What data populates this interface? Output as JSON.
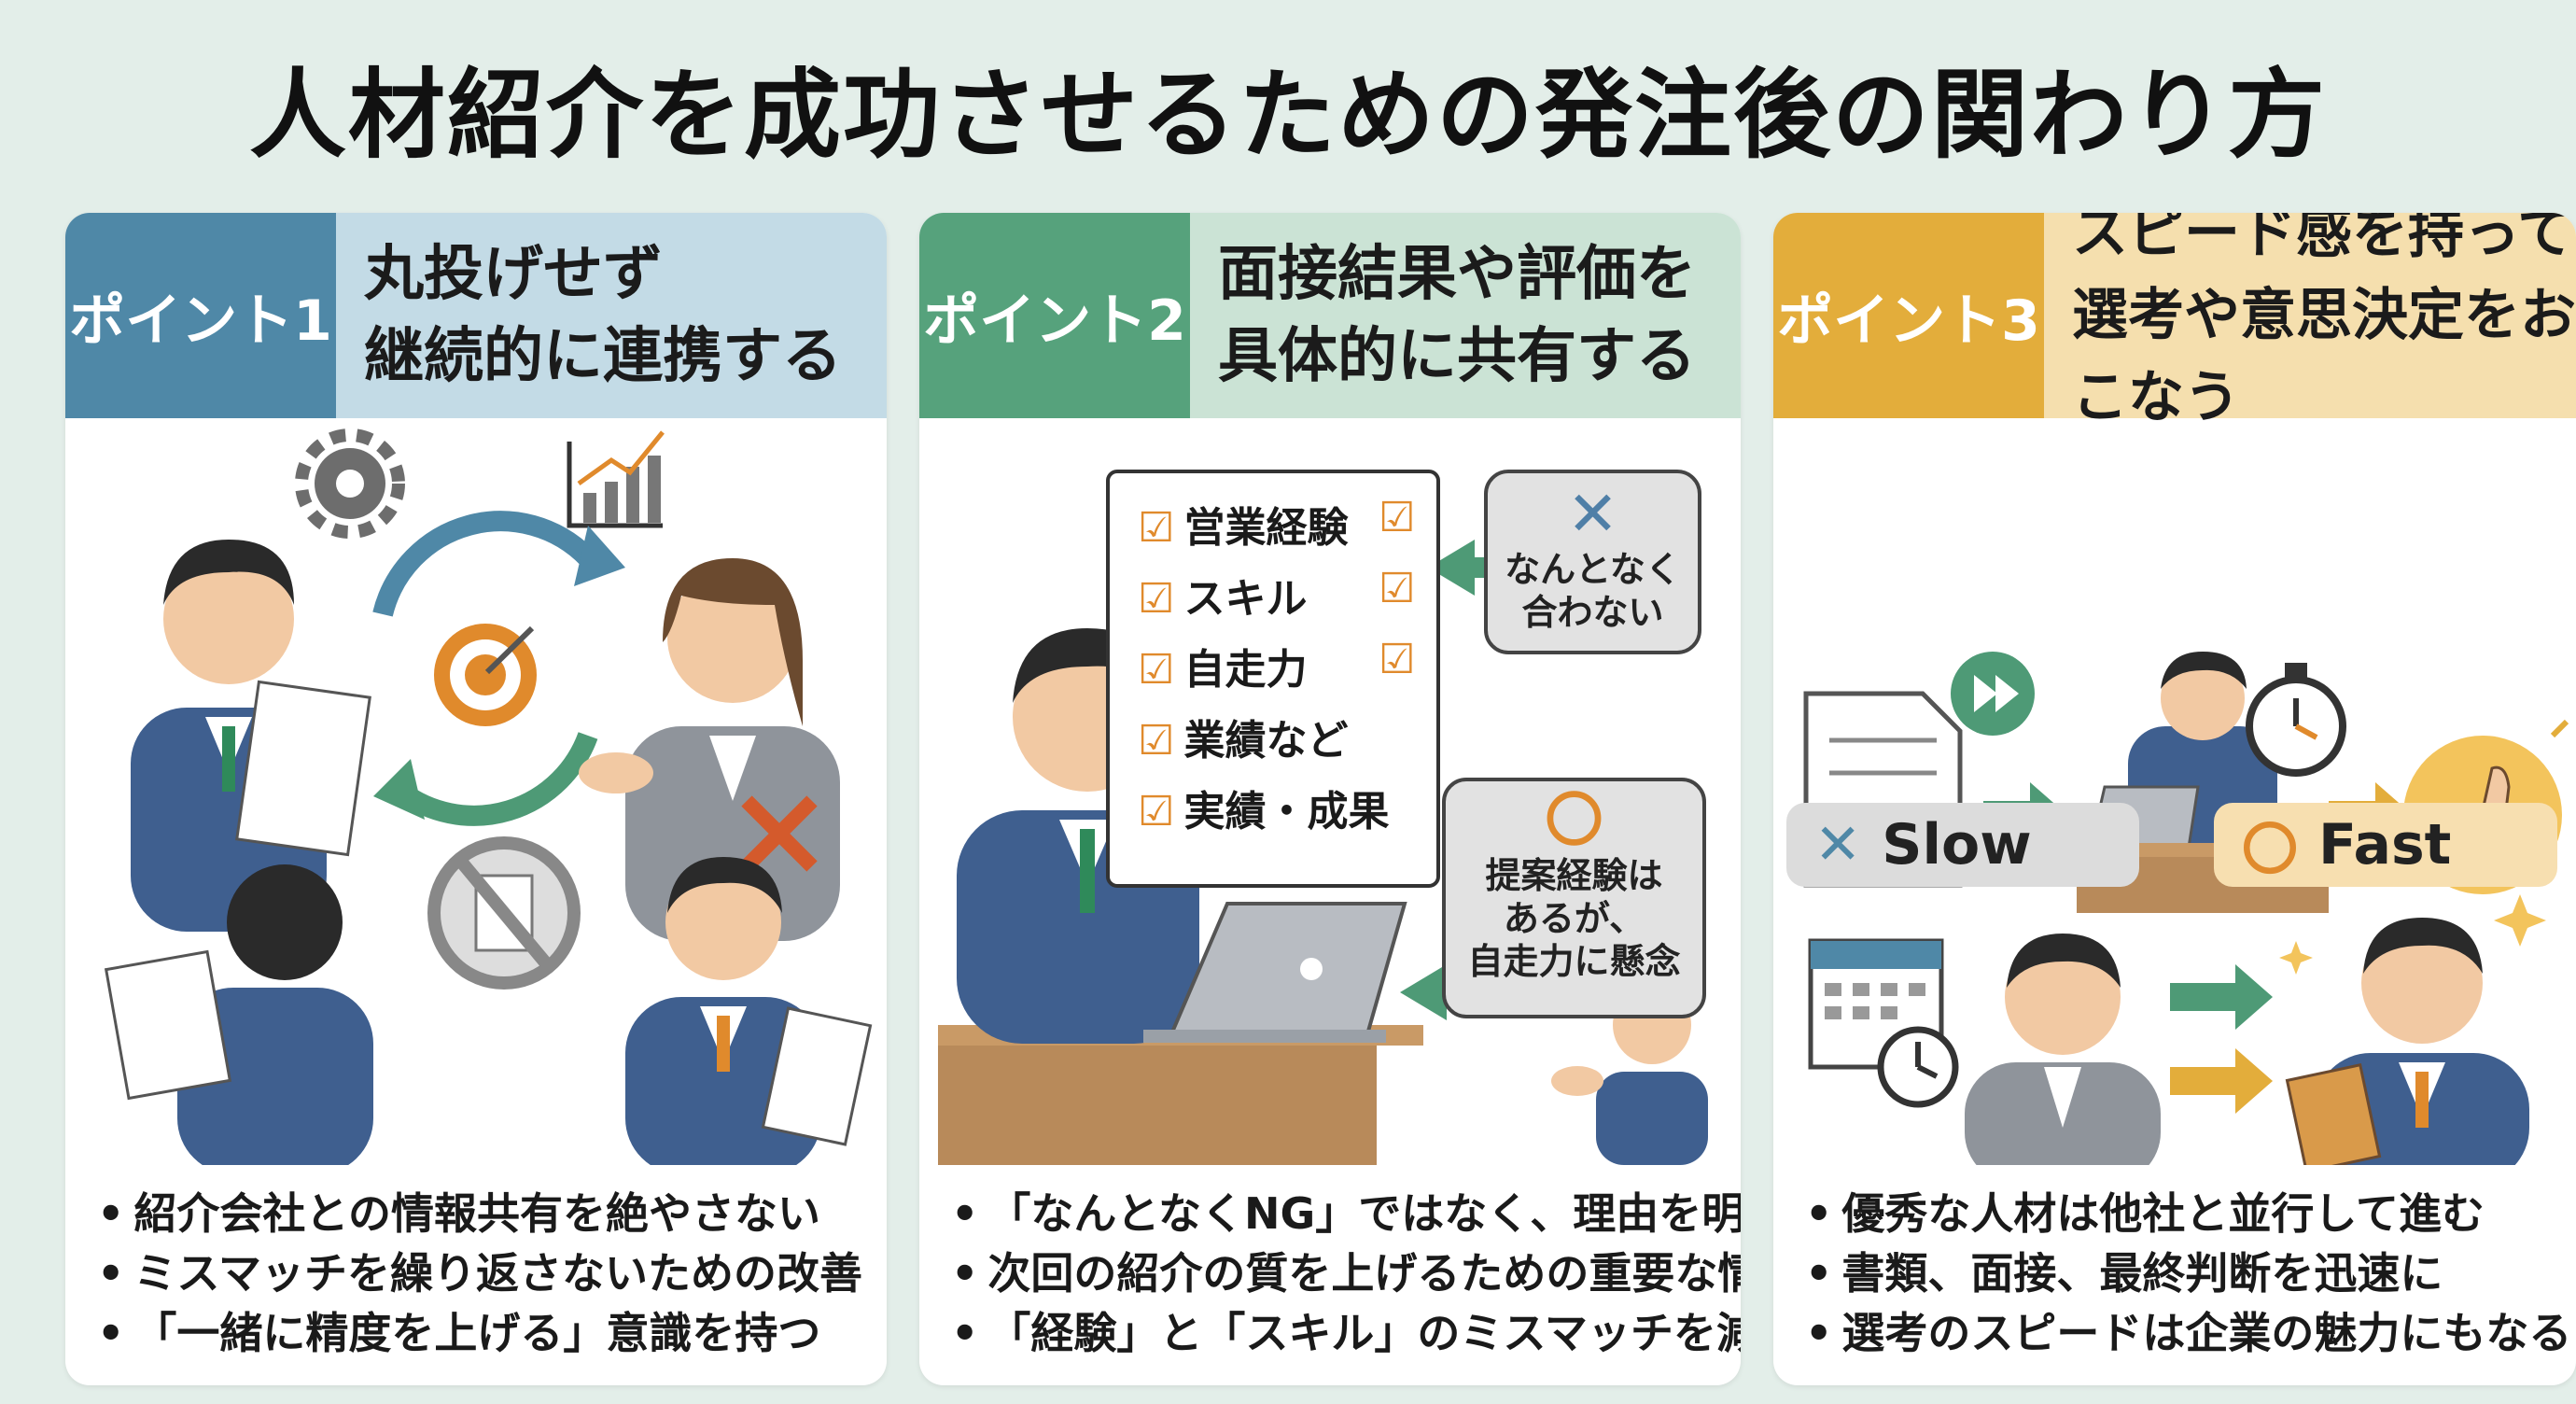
{
  "title": "人材紹介を成功させるための発注後の関わり方",
  "panels": [
    {
      "tag": "ポイント1",
      "heading": [
        "丸投げせず",
        "継続的に連携する"
      ],
      "bullets": [
        "紹介会社との情報共有を絶やさない",
        "ミスマッチを繰り返さないための改善",
        "「一緒に精度を上げる」意識を持つ"
      ]
    },
    {
      "tag": "ポイント2",
      "heading": [
        "面接結果や評価を",
        "具体的に共有する"
      ],
      "checklist": [
        "営業経験",
        "スキル",
        "自走力",
        "業績など",
        "実績・成果"
      ],
      "note_x_symbol": "✕",
      "note_x": [
        "なんとなく",
        "合わない"
      ],
      "note_o_symbol": "〇",
      "note_o": [
        "提案経験は",
        "あるが、",
        "自走力に懸念"
      ],
      "bullets": [
        "「なんとなくNG」ではなく、理由を明確に",
        "次回の紹介の質を上げるための重要な情報",
        "「経験」と「スキル」のミスマッチを減らす"
      ]
    },
    {
      "tag": "ポイント3",
      "heading": [
        "スピード感を持って",
        "選考や意思決定をおこなう"
      ],
      "slow_label": "Slow",
      "fast_label": "Fast",
      "bullets": [
        "優秀な人材は他社と並行して進む",
        "書類、面接、最終判断を迅速に",
        "選考のスピードは企業の魅力にもなる"
      ]
    }
  ],
  "icons": [
    "gear-icon",
    "chart-icon",
    "target-icon",
    "no-document-icon",
    "x-mark-icon",
    "laptop-icon",
    "document-icon",
    "fast-forward-icon",
    "stopwatch-icon",
    "thumbs-up-icon",
    "calendar-icon",
    "clock-icon",
    "sparkle-icon"
  ],
  "colors": {
    "point1": "#4f88a7",
    "point2": "#56a27c",
    "point3": "#e3ad3b",
    "accent_orange": "#e08a2c",
    "arrow_green": "#4e9a76",
    "suit_blue": "#3f5f8f"
  }
}
